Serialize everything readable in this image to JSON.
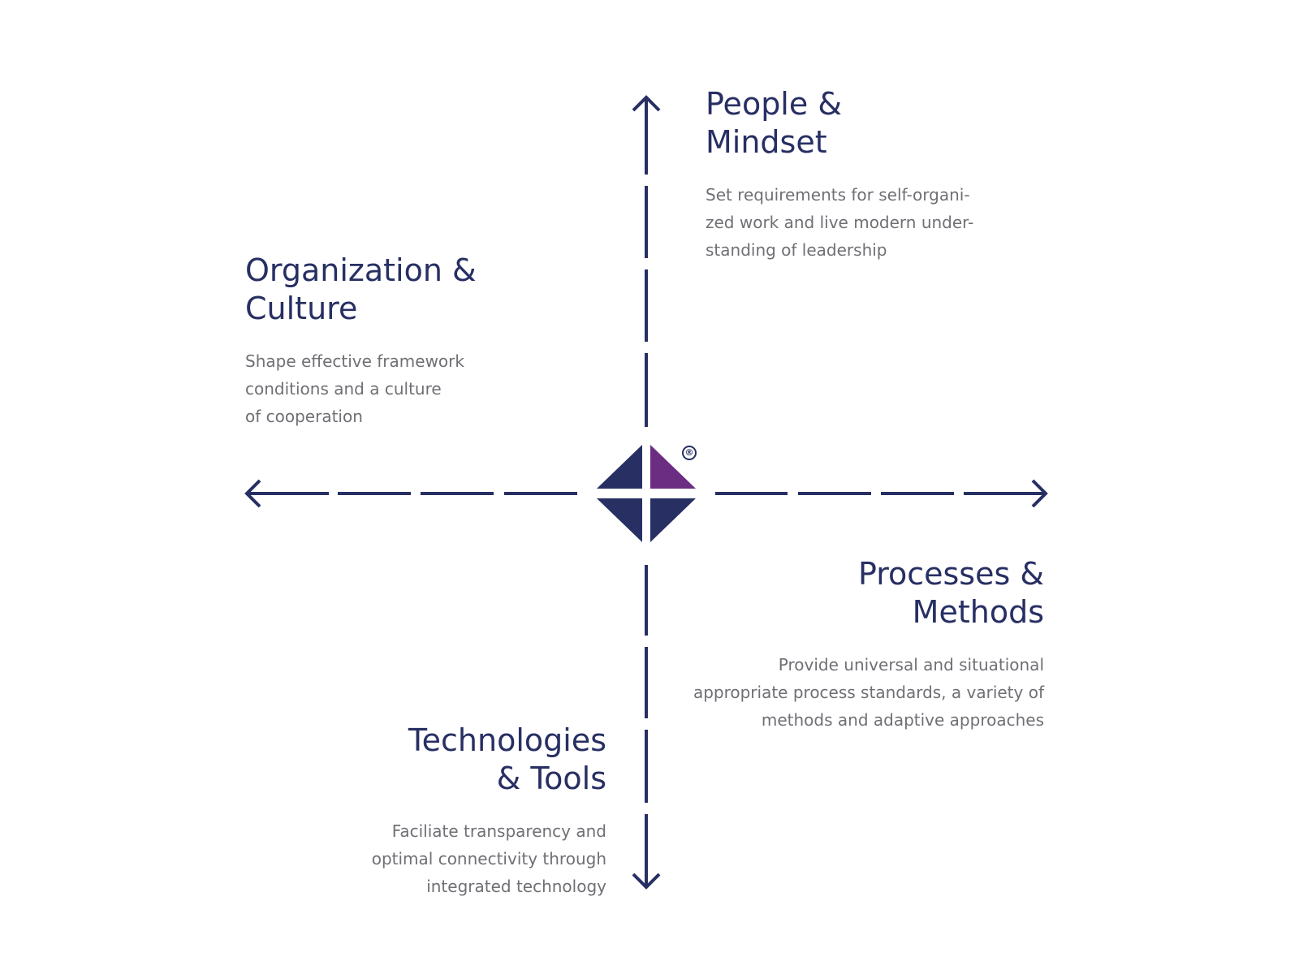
{
  "colors": {
    "primary": "#272f63",
    "accent": "#6b2d82",
    "text_muted": "#6f6f75",
    "background": "#ffffff"
  },
  "logo": {
    "icon": "diamond-logo-icon",
    "mark": "®"
  },
  "quadrants": {
    "people": {
      "title_lines": [
        "People &",
        "Mindset"
      ],
      "description_lines": [
        "Set requirements for self-organi-",
        "zed work and live modern under-",
        "standing of leadership"
      ]
    },
    "organization": {
      "title_lines": [
        "Organization &",
        "Culture"
      ],
      "description_lines": [
        "Shape effective framework",
        "conditions and a culture",
        "of cooperation"
      ]
    },
    "processes": {
      "title_lines": [
        "Processes &",
        "Methods"
      ],
      "description_lines": [
        "Provide universal and situational",
        "appropriate process standards, a variety of",
        "methods and adaptive approaches"
      ]
    },
    "technologies": {
      "title_lines": [
        "Technologies",
        "& Tools"
      ],
      "description_lines": [
        "Faciliate transparency and",
        "optimal connectivity through",
        "integrated technology"
      ]
    }
  }
}
